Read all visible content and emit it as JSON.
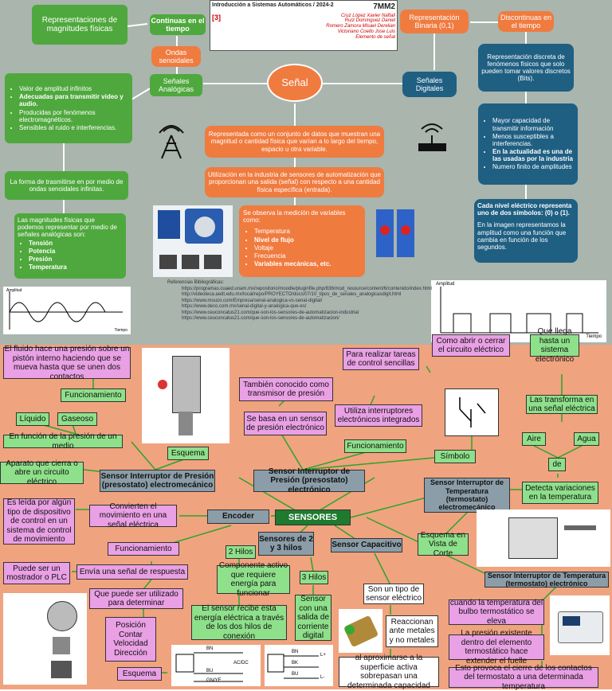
{
  "top": {
    "rep_magnitudes": "Representaciones de magnitudes físicas",
    "continuas": "Continuas en el tiempo",
    "ondas_senoidales": "Ondas senoidales",
    "senales_analogicas": "Señales Analógicas",
    "senal": "Señal",
    "senales_digitales": "Señales Digitales",
    "rep_binaria": "Representación Binaria (0,1)",
    "discontinuas": "Discontinuas en el tiempo",
    "rep_discreta": "Representación discreta de fenómenos físicos que solo pueden tomar valores discretos (Bits).",
    "analog_list": [
      "Valor de amplitud infinitos",
      "Adecuadas para transmitir video y audio.",
      "Producidas por fenómenos electromagnéticos.",
      "Sensibles al ruido e interferencias."
    ],
    "trasmitirse": "La forma de trasmitirse en por medio de ondas senoidales infinitas.",
    "magnitudes_intro": "Las magnitudes físicas que podemos representar por medio de señales analógicas son:",
    "magnitudes_list": [
      "Tensión",
      "Potencia",
      "Presión",
      "Temperatura"
    ],
    "digital_list": [
      "Mayor capacidad de transmitir información",
      "Menos susceptibles a interferencias.",
      "En la actualidad es una de las usadas por la industria",
      "Numero finito de amplitudes"
    ],
    "nivel_electrico": "Cada nivel eléctrico representa uno de dos símbolos: (0) o (1).",
    "imagen_representa": "En la imagen representamos la amplitud como una función que cambia en función de los segundos.",
    "representada": "Representada como un conjunto de datos que muestran una magnitud o cantidad física que varían a lo largo del tiempo, espacio u otra variable.",
    "utilizacion": "Utilización en la industria de sensores de automatización que proporcionan una salida (señal) con respecto a una cantidad física específica (entrada).",
    "medicion_intro": "Se observa la medición de variables como:",
    "medicion_list": [
      "Temperatura",
      "Nivel de flujo",
      "Voltaje",
      "Frecuencia",
      "Variables mecánicas, etc."
    ],
    "header_title": "Introducción a Sistemas Automáticos / 2024-2",
    "header_code": "7MM2",
    "header_names": [
      "Cruz López Xavier Naftali",
      "Ruíz Domínguez Daniel",
      "Romero Zamora Misael Derelian",
      "Victoriano Coello Jose Luis"
    ],
    "header_tema": "Elemento de señal",
    "header_num": "[3]",
    "refs_title": "Referencias Bibliográficas:",
    "refs": [
      "https://programas.cuaed.unam.mx/repositorio/moodle/pluginfile.php/836/mod_resource/content/6/contenido/index.html",
      "http://videoteca.aedt.edu.mx/local/repo/PROYECTO/docs/07/10_tipos_de_senales_analogicasdigit.html",
      "https://www.mouzo.com/Empresa/senal-analogica-vs-senal-digital/",
      "https://www.deco.com.mx/senal-digital-y-analogica-que-es/",
      "https://www.ceuconcatus21.com/que-son-los-sensores-de-automatizacion-industrial",
      "https://www.ceuconcatus21.com/que-son-los-sensores-de-automatizacion/"
    ],
    "amplitud": "Amplitud",
    "tiempo": "Tiempo"
  },
  "bottom": {
    "sensores": "SENSORES",
    "presion_mec": "Sensor Interruptor de Presión (presostato) electromecánico",
    "presion_elec": "Sensor Interruptor de Presión (presostato) electrónico",
    "temp_mec": "Sensor Interruptor de Temperatura (termostato) electromecánico",
    "temp_elec": "Sensor Interruptor de Temperatura (termostato) electrónico",
    "encoder": "Encoder",
    "dos_tres_hilos": "Sensores de 2 y 3 hilos",
    "capacitivo": "Sensor Capacitivo",
    "fluido": "El fluido hace una presión sobre un pistón interno haciendo que se mueva hasta que se unen dos contactos",
    "funcionamiento": "Funcionamiento",
    "liquido": "Líquido",
    "gaseoso": "Gaseoso",
    "en_funcion": "En función de la presión de un medio",
    "esquema": "Esquema",
    "aparato": "Aparato que cierra o abre un circuito eléctrico",
    "tambien_conocido": "También conocido como transmisor de presión",
    "se_basa": "Se basa en un sensor de presión electrónico",
    "utiliza_interruptores": "Utiliza interruptores electrónicos integrados",
    "para_realizar": "Para realizar tareas de control sencillas",
    "como_abrir": "Como abrir o cerrar el circuito eléctrico",
    "simbolo": "Símbolo",
    "que_llega": "Que llega hasta un sistema electrónico",
    "las_transforma": "Las transforma en una señal eléctrica",
    "aire": "Aire",
    "agua": "Agua",
    "de": "de",
    "detecta": "Detecta variaciones en la temperatura",
    "esquema_corte": "Esquema en Vista de Corte",
    "es_leida": "Es leída por algún tipo de dispositivo de control en un sistema de control de movimiento",
    "convierten": "Convierten el movimiento en una señal eléctrica",
    "puede_ser": "Puede ser un mostrador o PLC",
    "envia": "Envía una señal de respuesta",
    "que_puede": "Que puede ser utilizado para determinar",
    "determinar_list": [
      "Posición",
      "Contar",
      "Velocidad",
      "Dirección"
    ],
    "dos_hilos": "2 Hilos",
    "tres_hilos": "3 Hilos",
    "componente": "Componente activo que requiere energía para funcionar",
    "sensor_recibe": "El sensor recibe esta energía eléctrica a través de los dos hilos de conexión",
    "sensor_salida": "Sensor con una salida de corriente digital",
    "son_un_tipo": "Son un tipo de sensor eléctrico",
    "reaccionan": "Reaccionan ante metales y no metales",
    "al_aproximarse": "al aproximarse a la superficie activa sobrepasan una determinada capacidad",
    "cuando": "cuando la temperatura del bulbo termostático se eleva",
    "presion_existente": "La presión existente dentro del elemento termostático hace extender el fuelle",
    "provoca": "Esto provoca el cierre de los contactos del termostato a una determinada temperatura",
    "wire_bn": "BN",
    "wire_bu": "BU",
    "wire_gnye": "GN/YE",
    "wire_acdc": "AC/DC",
    "wire_bk": "BK",
    "wire_lplus": "L+",
    "wire_lminus": "L-"
  },
  "colors": {
    "green": "#4fa83d",
    "orange": "#f07b3f",
    "blue": "#1f5f82",
    "pink": "#e9a0e4",
    "lightgreen": "#8ee08a",
    "gray": "#8b9da8"
  }
}
